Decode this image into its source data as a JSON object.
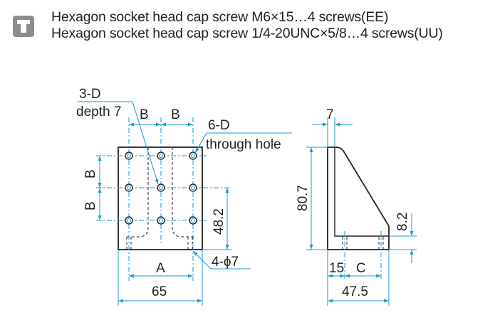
{
  "header": {
    "icon": "screw-icon",
    "line1": "Hexagon socket head cap screw M6×15…4 screws(EE)",
    "line2": "Hexagon socket head cap screw 1/4-20UNC×5/8…4 screws(UU)"
  },
  "front_view": {
    "label_3d": "3-D",
    "label_depth": "depth 7",
    "label_b_top_left": "B",
    "label_b_top_right": "B",
    "label_6d": "6-D",
    "label_through": "through hole",
    "label_b_side_upper": "B",
    "label_b_side_lower": "B",
    "label_48_2": "48.2",
    "label_4phi": "4-ϕ7",
    "label_a": "A",
    "label_65": "65"
  },
  "side_view": {
    "label_7": "7",
    "label_80_7": "80.7",
    "label_8_2": "8.2",
    "label_15": "15",
    "label_c": "C",
    "label_47_5": "47.5"
  },
  "colors": {
    "dimension_line": "#1a9ad6",
    "outline": "#222222",
    "icon_bg": "#8c8c8c"
  }
}
